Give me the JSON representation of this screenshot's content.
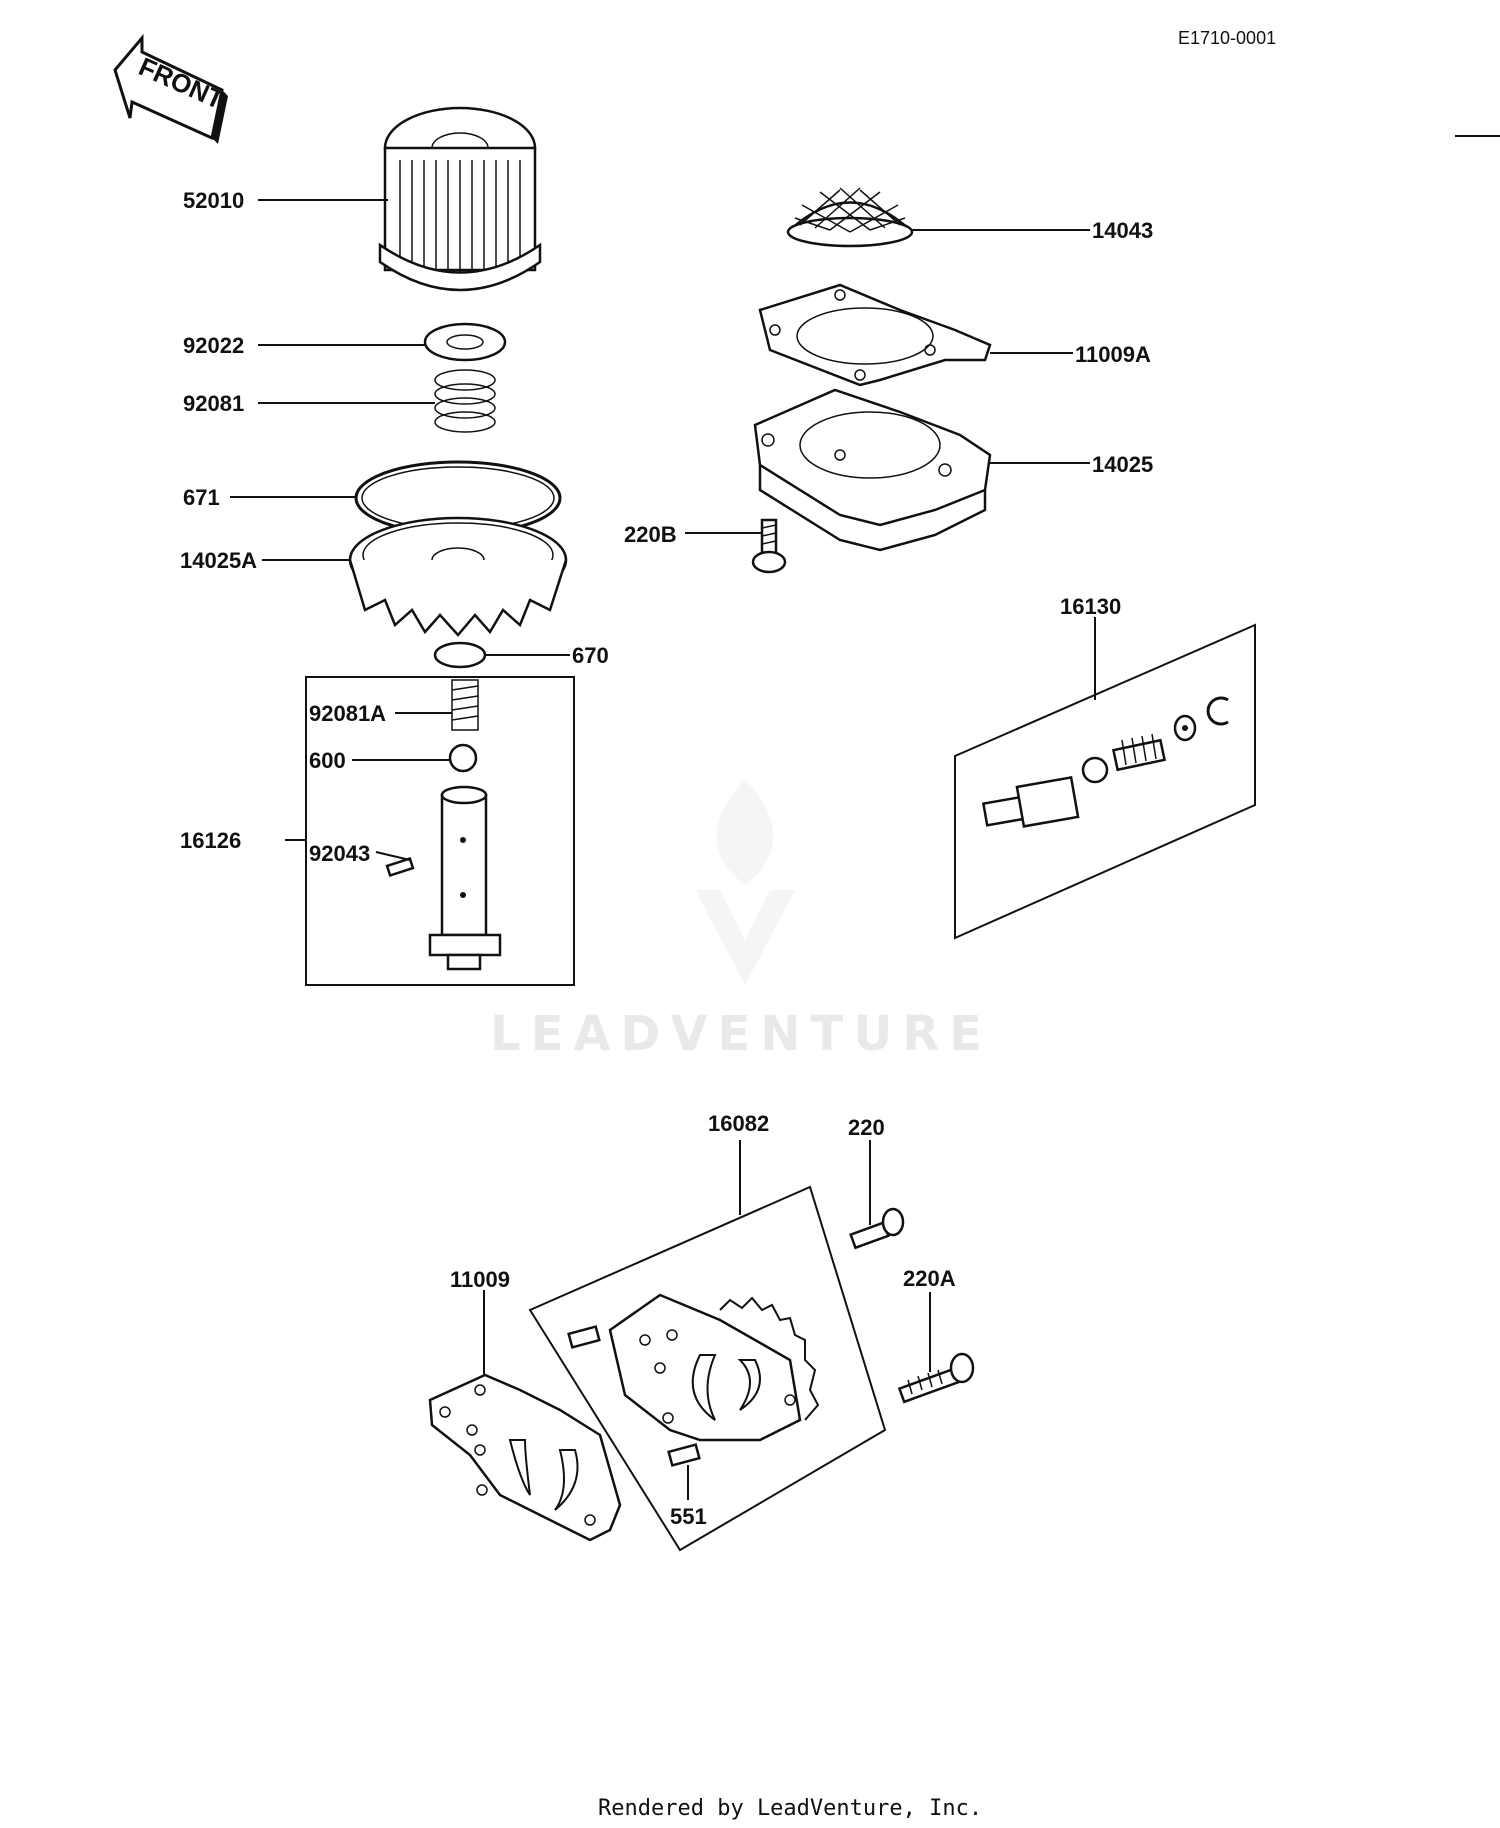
{
  "drawing_code": "E1710-0001",
  "front_label": "FRONT",
  "footer": "Rendered by LeadVenture, Inc.",
  "watermark": "LEADVENTURE",
  "colors": {
    "ink": "#111111",
    "paper": "#ffffff",
    "watermark": "#e9e9e9"
  },
  "callouts": [
    {
      "id": "c52010",
      "text": "52010"
    },
    {
      "id": "c92022",
      "text": "92022"
    },
    {
      "id": "c92081",
      "text": "92081"
    },
    {
      "id": "c671",
      "text": "671"
    },
    {
      "id": "c14025A",
      "text": "14025A"
    },
    {
      "id": "c670",
      "text": "670"
    },
    {
      "id": "c92081A",
      "text": "92081A"
    },
    {
      "id": "c600",
      "text": "600"
    },
    {
      "id": "c16126",
      "text": "16126"
    },
    {
      "id": "c92043",
      "text": "92043"
    },
    {
      "id": "c14043",
      "text": "14043"
    },
    {
      "id": "c11009A",
      "text": "11009A"
    },
    {
      "id": "c14025",
      "text": "14025"
    },
    {
      "id": "c220B",
      "text": "220B"
    },
    {
      "id": "c16130",
      "text": "16130"
    },
    {
      "id": "c16082",
      "text": "16082"
    },
    {
      "id": "c220",
      "text": "220"
    },
    {
      "id": "c220A",
      "text": "220A"
    },
    {
      "id": "c11009",
      "text": "11009"
    },
    {
      "id": "c551",
      "text": "551"
    }
  ]
}
